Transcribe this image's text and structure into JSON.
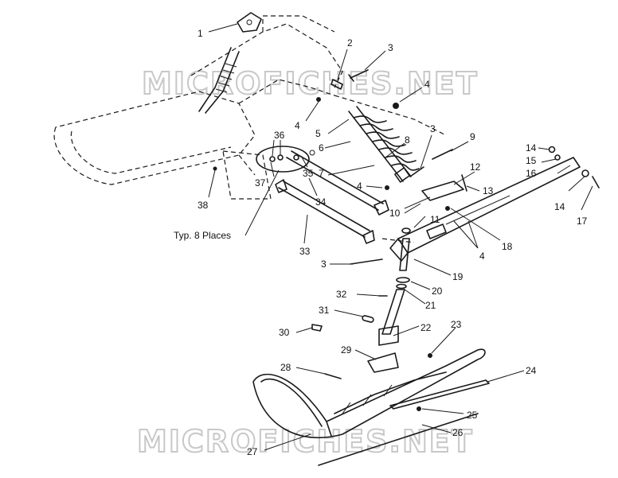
{
  "watermark": "MICROFICHES.NET",
  "note_text": "Typ. 8 Places",
  "callouts": [
    "1",
    "2",
    "3",
    "4",
    "4",
    "5",
    "6",
    "7",
    "8",
    "3",
    "9",
    "4",
    "10",
    "11",
    "12",
    "13",
    "14",
    "15",
    "16",
    "14",
    "17",
    "18",
    "4",
    "36",
    "35",
    "37",
    "34",
    "38",
    "33",
    "3",
    "19",
    "20",
    "21",
    "32",
    "31",
    "30",
    "22",
    "23",
    "29",
    "24",
    "28",
    "25",
    "26",
    "27"
  ]
}
